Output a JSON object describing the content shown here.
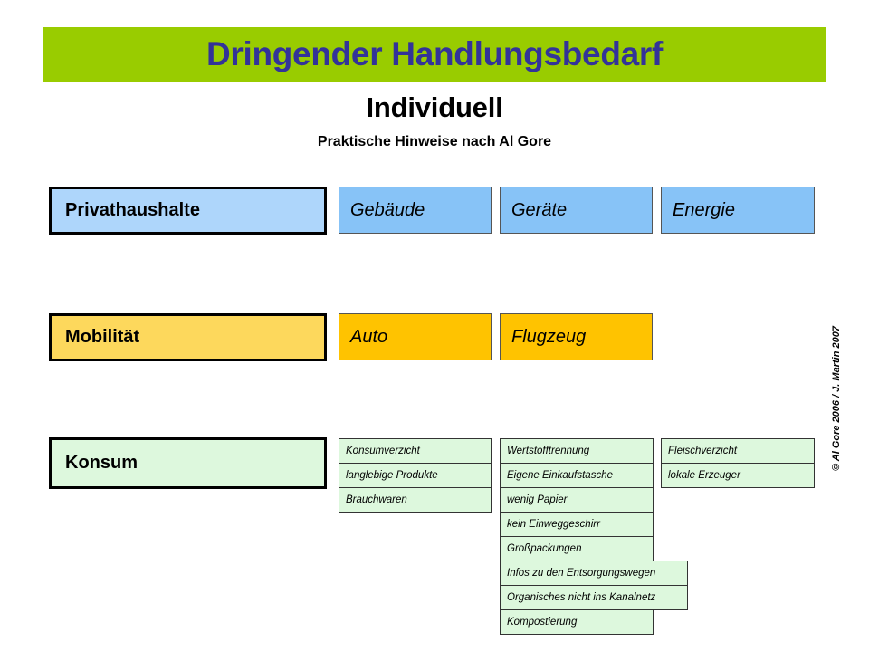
{
  "header": {
    "title": "Dringender Handlungsbedarf",
    "band_color": "#99cc00",
    "title_color": "#333399"
  },
  "subtitle": {
    "main": "Individuell",
    "sub": "Praktische Hinweise nach Al Gore"
  },
  "rows": {
    "privathaushalte": {
      "label": "Privathaushalte",
      "color": "#aed6fb",
      "children": [
        {
          "label": "Gebäude",
          "color": "#87c3f7"
        },
        {
          "label": "Geräte",
          "color": "#87c3f7"
        },
        {
          "label": "Energie",
          "color": "#87c3f7"
        }
      ]
    },
    "mobilitaet": {
      "label": "Mobilität",
      "color": "#fdd85c",
      "children": [
        {
          "label": "Auto",
          "color": "#ffc300"
        },
        {
          "label": "Flugzeug",
          "color": "#ffc300"
        }
      ]
    },
    "konsum": {
      "label": "Konsum",
      "color": "#ddf8dd",
      "columns": [
        {
          "items": [
            "Konsumverzicht",
            "langlebige Produkte",
            "Brauchwaren"
          ]
        },
        {
          "items": [
            "Wertstofftrennung",
            "Eigene Einkaufstasche",
            "wenig Papier",
            "kein Einweggeschirr",
            "Großpackungen",
            "Infos zu den Entsorgungswegen",
            "Organisches nicht ins Kanalnetz",
            "Kompostierung"
          ]
        },
        {
          "items": [
            "Fleischverzicht",
            "lokale Erzeuger"
          ]
        }
      ]
    }
  },
  "copyright": "© Al Gore 2006 / J. Martin 2007"
}
